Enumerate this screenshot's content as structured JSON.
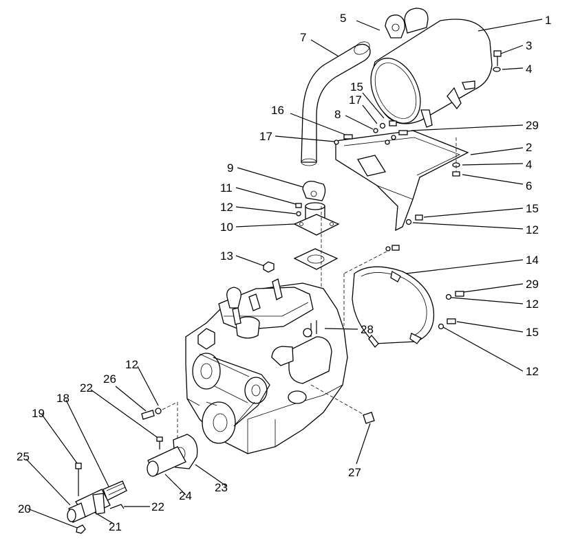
{
  "callouts": [
    {
      "id": "c1",
      "label": "1"
    },
    {
      "id": "c3",
      "label": "3"
    },
    {
      "id": "c4a",
      "label": "4"
    },
    {
      "id": "c5",
      "label": "5"
    },
    {
      "id": "c7",
      "label": "7"
    },
    {
      "id": "c15a",
      "label": "15"
    },
    {
      "id": "c17a",
      "label": "17"
    },
    {
      "id": "c8",
      "label": "8"
    },
    {
      "id": "c16",
      "label": "16"
    },
    {
      "id": "c29a",
      "label": "29"
    },
    {
      "id": "c17b",
      "label": "17"
    },
    {
      "id": "c2",
      "label": "2"
    },
    {
      "id": "c4b",
      "label": "4"
    },
    {
      "id": "c6",
      "label": "6"
    },
    {
      "id": "c9",
      "label": "9"
    },
    {
      "id": "c11",
      "label": "11"
    },
    {
      "id": "c12a",
      "label": "12"
    },
    {
      "id": "c10",
      "label": "10"
    },
    {
      "id": "c15b",
      "label": "15"
    },
    {
      "id": "c12b",
      "label": "12"
    },
    {
      "id": "c13",
      "label": "13"
    },
    {
      "id": "c14",
      "label": "14"
    },
    {
      "id": "c29b",
      "label": "29"
    },
    {
      "id": "c12c",
      "label": "12"
    },
    {
      "id": "c28",
      "label": "28"
    },
    {
      "id": "c15c",
      "label": "15"
    },
    {
      "id": "c12d",
      "label": "12"
    },
    {
      "id": "c12e",
      "label": "12"
    },
    {
      "id": "c26",
      "label": "26"
    },
    {
      "id": "c22a",
      "label": "22"
    },
    {
      "id": "c18",
      "label": "18"
    },
    {
      "id": "c19",
      "label": "19"
    },
    {
      "id": "c25",
      "label": "25"
    },
    {
      "id": "c23",
      "label": "23"
    },
    {
      "id": "c24",
      "label": "24"
    },
    {
      "id": "c22b",
      "label": "22"
    },
    {
      "id": "c20",
      "label": "20"
    },
    {
      "id": "c21",
      "label": "21"
    },
    {
      "id": "c27",
      "label": "27"
    }
  ]
}
